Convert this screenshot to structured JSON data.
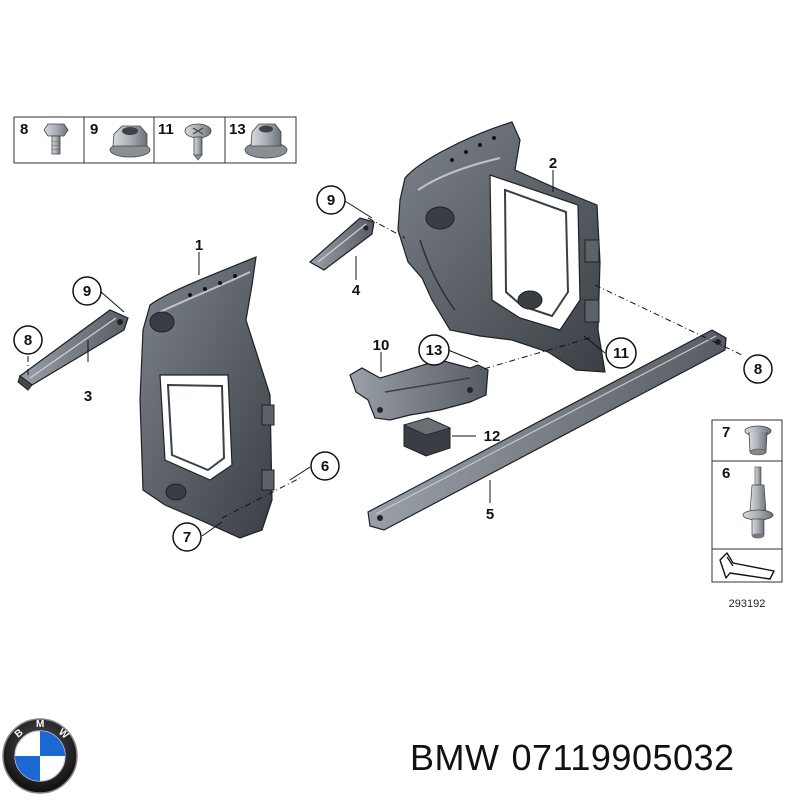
{
  "hardware_box": {
    "cells": [
      {
        "label": "8",
        "part": "hex-bolt"
      },
      {
        "label": "9",
        "part": "flange-nut"
      },
      {
        "label": "11",
        "part": "torx-screw"
      },
      {
        "label": "13",
        "part": "collar-nut"
      }
    ]
  },
  "fastener_box": {
    "cells": [
      {
        "label": "7",
        "part": "grommet"
      },
      {
        "label": "6",
        "part": "rivet"
      }
    ],
    "figure_number": "293192"
  },
  "callouts": {
    "c1": "1",
    "c2": "2",
    "c3": "3",
    "c4": "4",
    "c5": "5",
    "c6": "6",
    "c7": "7",
    "c8a": "8",
    "c8b": "8",
    "c9a": "9",
    "c9b": "9",
    "c10": "10",
    "c11": "11",
    "c12": "12",
    "c13": "13"
  },
  "brand": {
    "logo_letters": "BMW",
    "maker": "BMW",
    "part_number": "07119905032"
  },
  "colors": {
    "part_dark": "#4a4f56",
    "part_mid": "#6b7078",
    "part_light": "#8f949b",
    "outline": "#1e2126",
    "bmw_blue": "#1c69d4"
  }
}
